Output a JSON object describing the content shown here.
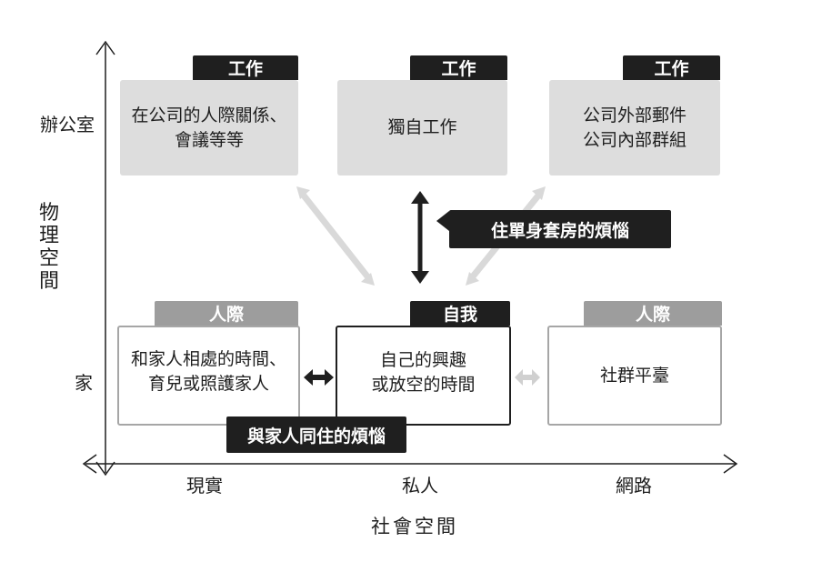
{
  "axes": {
    "y_title": "物理空間",
    "x_title": "社會空間",
    "y_labels": {
      "office": "辦公室",
      "home": "家"
    },
    "x_labels": {
      "real": "現實",
      "private": "私人",
      "online": "網路"
    }
  },
  "boxes": {
    "office_real": {
      "tab": "工作",
      "line1": "在公司的人際關係、",
      "line2": "會議等等"
    },
    "office_private": {
      "tab": "工作",
      "line1": "獨自工作"
    },
    "office_online": {
      "tab": "工作",
      "line1": "公司外部郵件",
      "line2": "公司內部群組"
    },
    "home_real": {
      "tab": "人際",
      "line1": "和家人相處的時間、",
      "line2": "育兒或照護家人"
    },
    "home_private": {
      "tab": "自我",
      "line1": "自己的興趣",
      "line2": "或放空的時間"
    },
    "home_online": {
      "tab": "人際",
      "line1": "社群平臺"
    }
  },
  "callouts": {
    "studio": "住單身套房的煩惱",
    "family": "與家人同住的煩惱"
  },
  "colors": {
    "dark": "#1f1f1f",
    "gray_tab": "#9d9d9d",
    "work_fill": "#dddddd",
    "light_arrow": "#d9d9d9"
  }
}
